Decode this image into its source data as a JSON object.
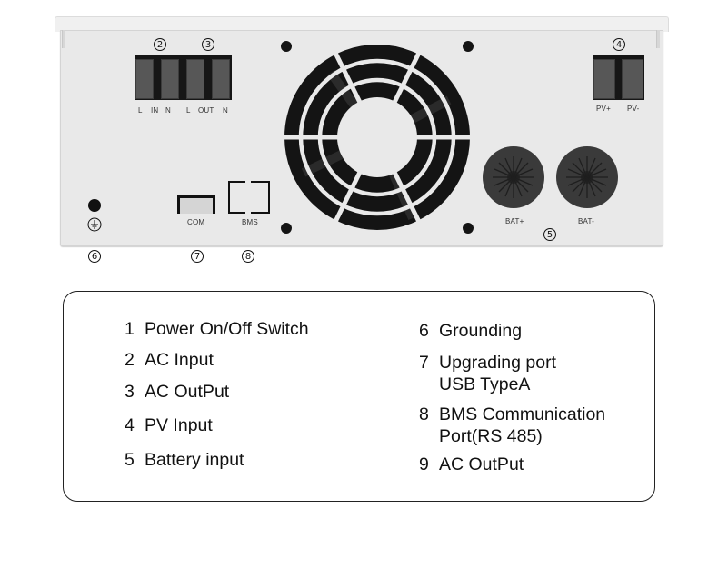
{
  "device": {
    "callouts": {
      "ac_input": "2",
      "ac_output": "3",
      "pv_input": "4",
      "battery": "5",
      "grounding": "6",
      "com_port": "7",
      "bms_port": "8"
    },
    "terminal_labels": {
      "ac_l_in": "L",
      "ac_in": "IN",
      "ac_n_in": "N",
      "ac_l_out": "L",
      "ac_out": "OUT",
      "ac_n_out": "N",
      "pv_plus": "PV+",
      "pv_minus": "PV-",
      "bat_plus": "BAT+",
      "bat_minus": "BAT-",
      "com": "COM",
      "bms": "BMS"
    },
    "colors": {
      "panel": "#e9e9e9",
      "terminal": "#575757",
      "fan": "#111111",
      "battery_gland": "#3a3a3a"
    }
  },
  "legend": {
    "left": [
      {
        "num": "1",
        "label": "Power On/Off Switch"
      },
      {
        "num": "2",
        "label": "AC Input"
      },
      {
        "num": "3",
        "label": "AC OutPut"
      },
      {
        "num": "4",
        "label": "PV Input"
      },
      {
        "num": "5",
        "label": "Battery input"
      }
    ],
    "right": [
      {
        "num": "6",
        "label": "Grounding"
      },
      {
        "num": "7",
        "label": "Upgrading port",
        "sub": "USB TypeA"
      },
      {
        "num": "8",
        "label": "BMS Communication",
        "sub": "Port(RS 485)"
      },
      {
        "num": "9",
        "label": "AC OutPut"
      }
    ]
  }
}
